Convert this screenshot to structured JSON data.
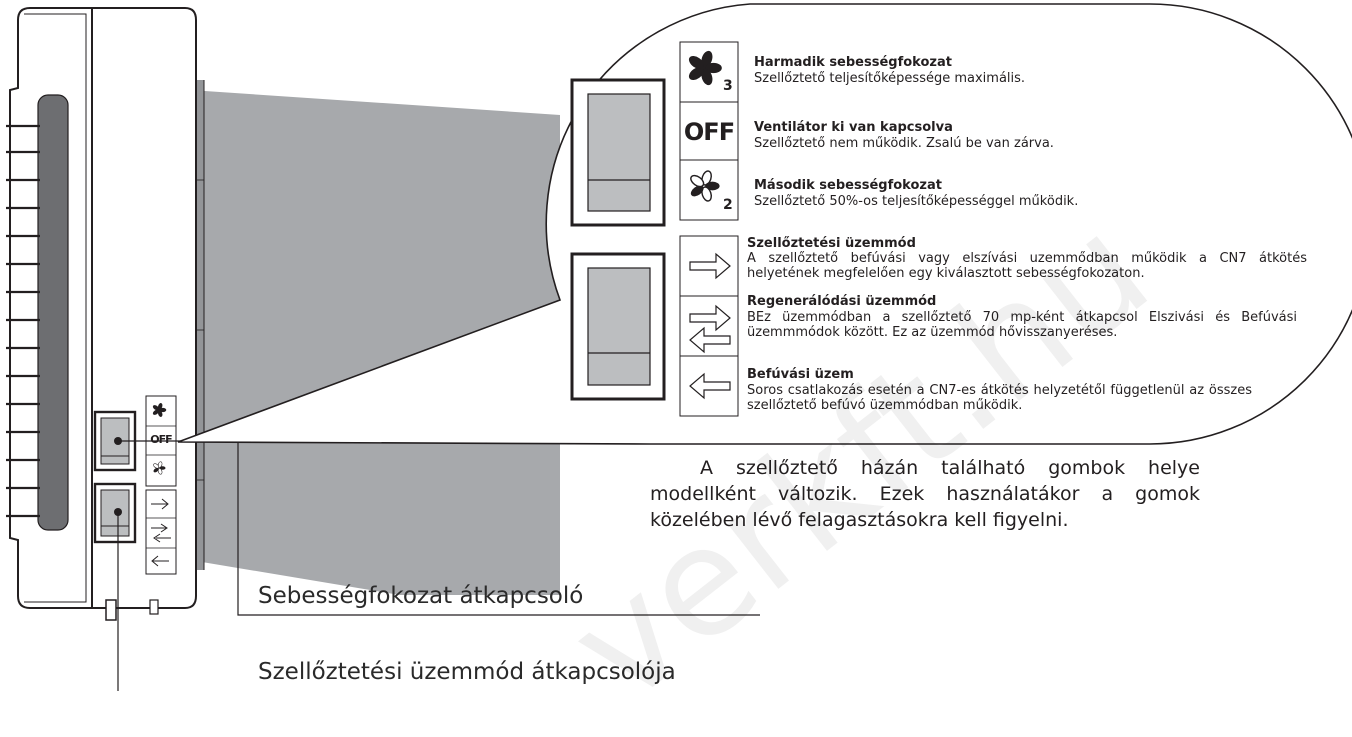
{
  "legend": {
    "speed3": {
      "heading": "Harmadik sebességfokozat",
      "text": "Szellőztető teljesítőképessége maximális.",
      "icon": "fan-speed-3-icon",
      "sub": "3"
    },
    "off": {
      "heading": "Ventilátor ki van kapcsolva",
      "text": "Szellőztető nem működik. Zsalú be van zárva.",
      "label": "OFF",
      "icon": "off-label-icon"
    },
    "speed2": {
      "heading": "Második sebességfokozat",
      "text": "Szellőztető 50%-os teljesítőképességgel működik.",
      "icon": "fan-speed-2-icon",
      "sub": "2"
    },
    "ventilation": {
      "heading": "Szellőztetési üzemmód",
      "text": "A szellőztető befúvási vagy elszívási uzemmődban működik a CN7 átkötés helyetének megfelelően egy kiválasztott sebességfokozaton.",
      "icon": "arrow-right-icon"
    },
    "regeneration": {
      "heading": "Regenerálódási üzemmód",
      "text": "BEz üzemmódban a szellőztető 70 mp-ként átkapcsol Elszivási és Befúvási üzemmmódok között. Ez az üzemmód hővisszanyeréses.",
      "icon": "arrow-bidirectional-icon"
    },
    "supply": {
      "heading": "Befúvási üzem",
      "text": "Soros csatlakozás esetén a CN7-es átkötés helyzetétől függetlenül az összes szellőztető befúvó üzemmódban működik.",
      "icon": "arrow-left-icon"
    }
  },
  "note": "A szellőztető házán található gombok helye modellként változik. Ezek használatákor a gomok közelében lévő felagasztásokra kell figyelni.",
  "callouts": {
    "speed_switch": "Sebességfokozat átkapcsoló",
    "mode_switch": "Szellőztetési üzemmód átkapcsolója"
  },
  "watermark": "verkft.hu",
  "colors": {
    "line": "#231f20",
    "wall": "#a7a9ac",
    "wall_dark": "#939598",
    "recess": "#6d6e71",
    "panel": "#bcbec0"
  }
}
